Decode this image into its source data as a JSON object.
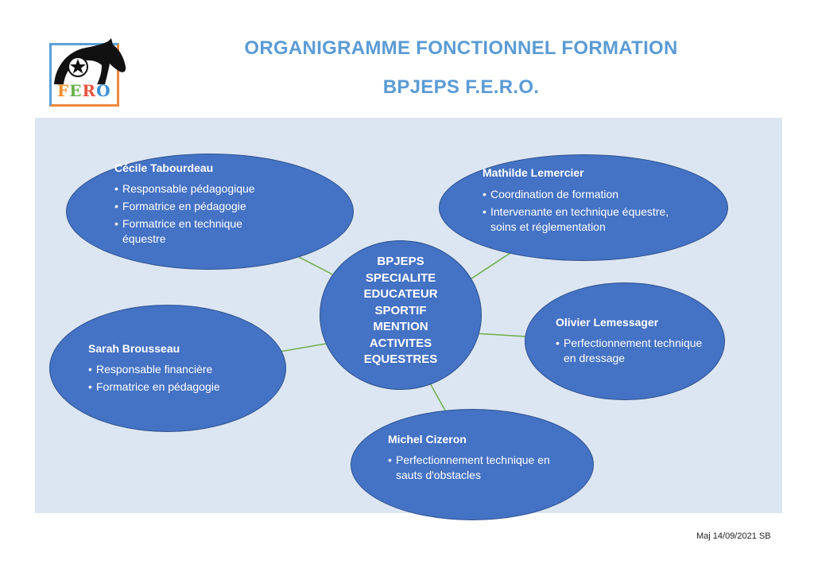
{
  "header": {
    "title_line1": "ORGANIGRAMME FONCTIONNEL FORMATION",
    "title_line2": "BPJEPS  F.E.R.O.",
    "logo_text": [
      "F",
      "E",
      "R",
      "O"
    ]
  },
  "center": {
    "lines": [
      "BPJEPS",
      "SPECIALITE",
      "EDUCATEUR",
      "SPORTIF",
      "MENTION",
      "ACTIVITES",
      "EQUESTRES"
    ]
  },
  "people": [
    {
      "name": "Cécile Tabourdeau",
      "roles": [
        "Responsable pédagogique",
        "Formatrice en pédagogie",
        "Formatrice en technique équestre"
      ]
    },
    {
      "name": "Mathilde Lemercier",
      "roles": [
        "Coordination de formation",
        "Intervenante en technique équestre, soins et réglementation"
      ]
    },
    {
      "name": "Olivier Lemessager",
      "roles": [
        "Perfectionnement technique en dressage"
      ]
    },
    {
      "name": "Sarah Brousseau",
      "roles": [
        "Responsable financière",
        "Formatrice en pédagogie"
      ]
    },
    {
      "name": "Michel Cizeron",
      "roles": [
        "Perfectionnement technique en sauts d'obstacles"
      ]
    }
  ],
  "footer": {
    "updated": "Maj 14/09/2021 SB"
  },
  "colors": {
    "node_fill": "#4472c4",
    "panel": "#dce6f2",
    "title": "#5b9bd5",
    "connector": "#70ad47"
  }
}
